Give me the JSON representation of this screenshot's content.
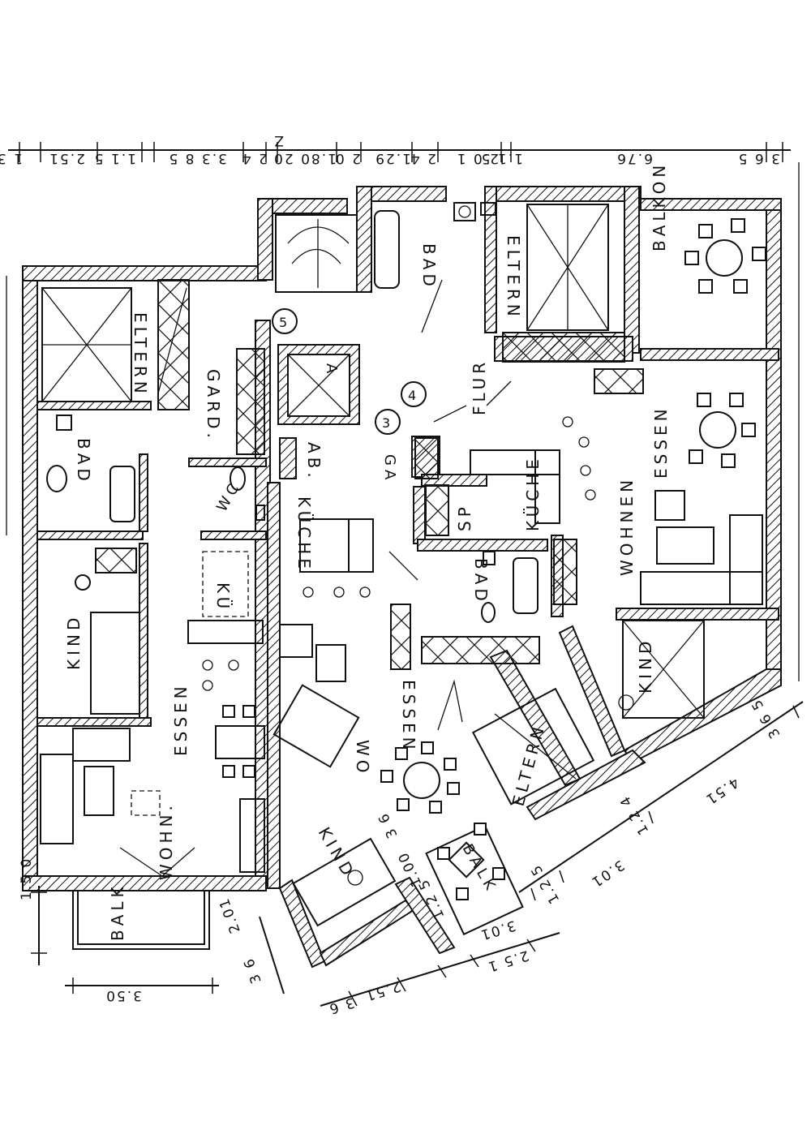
{
  "rooms": {
    "w_eltern": "ELTERN",
    "w_gard": "GARD.",
    "w_bad": "BAD",
    "w_wc": "WC",
    "w_kue": "KÜ",
    "w_kind": "KIND",
    "w_essen": "ESSEN",
    "w_wohn": "WOHN.",
    "w_balk": "BALK",
    "m_bad": "BAD",
    "m_ab": "AB.",
    "m_ga": "GA",
    "m_kueche": "KÜCHE",
    "m_a": "A",
    "m_wo": "WO",
    "m_essen": "ESSEN",
    "m_kind": "KIND",
    "m_balk": "BALK",
    "e_eltern": "ELTERN",
    "e_balkon": "BALKON",
    "e_flur": "FLUR",
    "e_sp": "SP",
    "e_kueche": "KÜCHE",
    "e_bad": "BAD",
    "e_wohnen": "WOHNEN",
    "e_essen": "ESSEN",
    "e_kind": "KIND",
    "e_eltern2": "ELTERN"
  },
  "markers": {
    "m5": "5",
    "m4": "4",
    "m3": "3"
  },
  "dims_top": {
    "d1": "1 3",
    "d2": "2.51",
    "d3": "1.1 5",
    "d4": "3.3 8 5",
    "d5": "2 4",
    "d6": "1.80 20",
    "d7": "2 0",
    "d8": "1.29",
    "d9": "2 4",
    "d10": "2.0 1",
    "d11": "1.1 5",
    "d12": "6.76",
    "d13": "3 6 5",
    "d14": "Z"
  },
  "dims_bottom": {
    "b1": "1.5 0",
    "b2": "3.50",
    "b3": "2.01",
    "b4": "3 6",
    "b5": "2.51",
    "b6": "3 6",
    "b7": "1.2 5",
    "b8": "1.00",
    "b9": "3 6",
    "b10": "3.01",
    "b11": "2.5 1",
    "b12": "1.2 5",
    "b13": "3.01",
    "b14": "1.2 4",
    "b15": "4.51",
    "b16": "3 6 5"
  }
}
